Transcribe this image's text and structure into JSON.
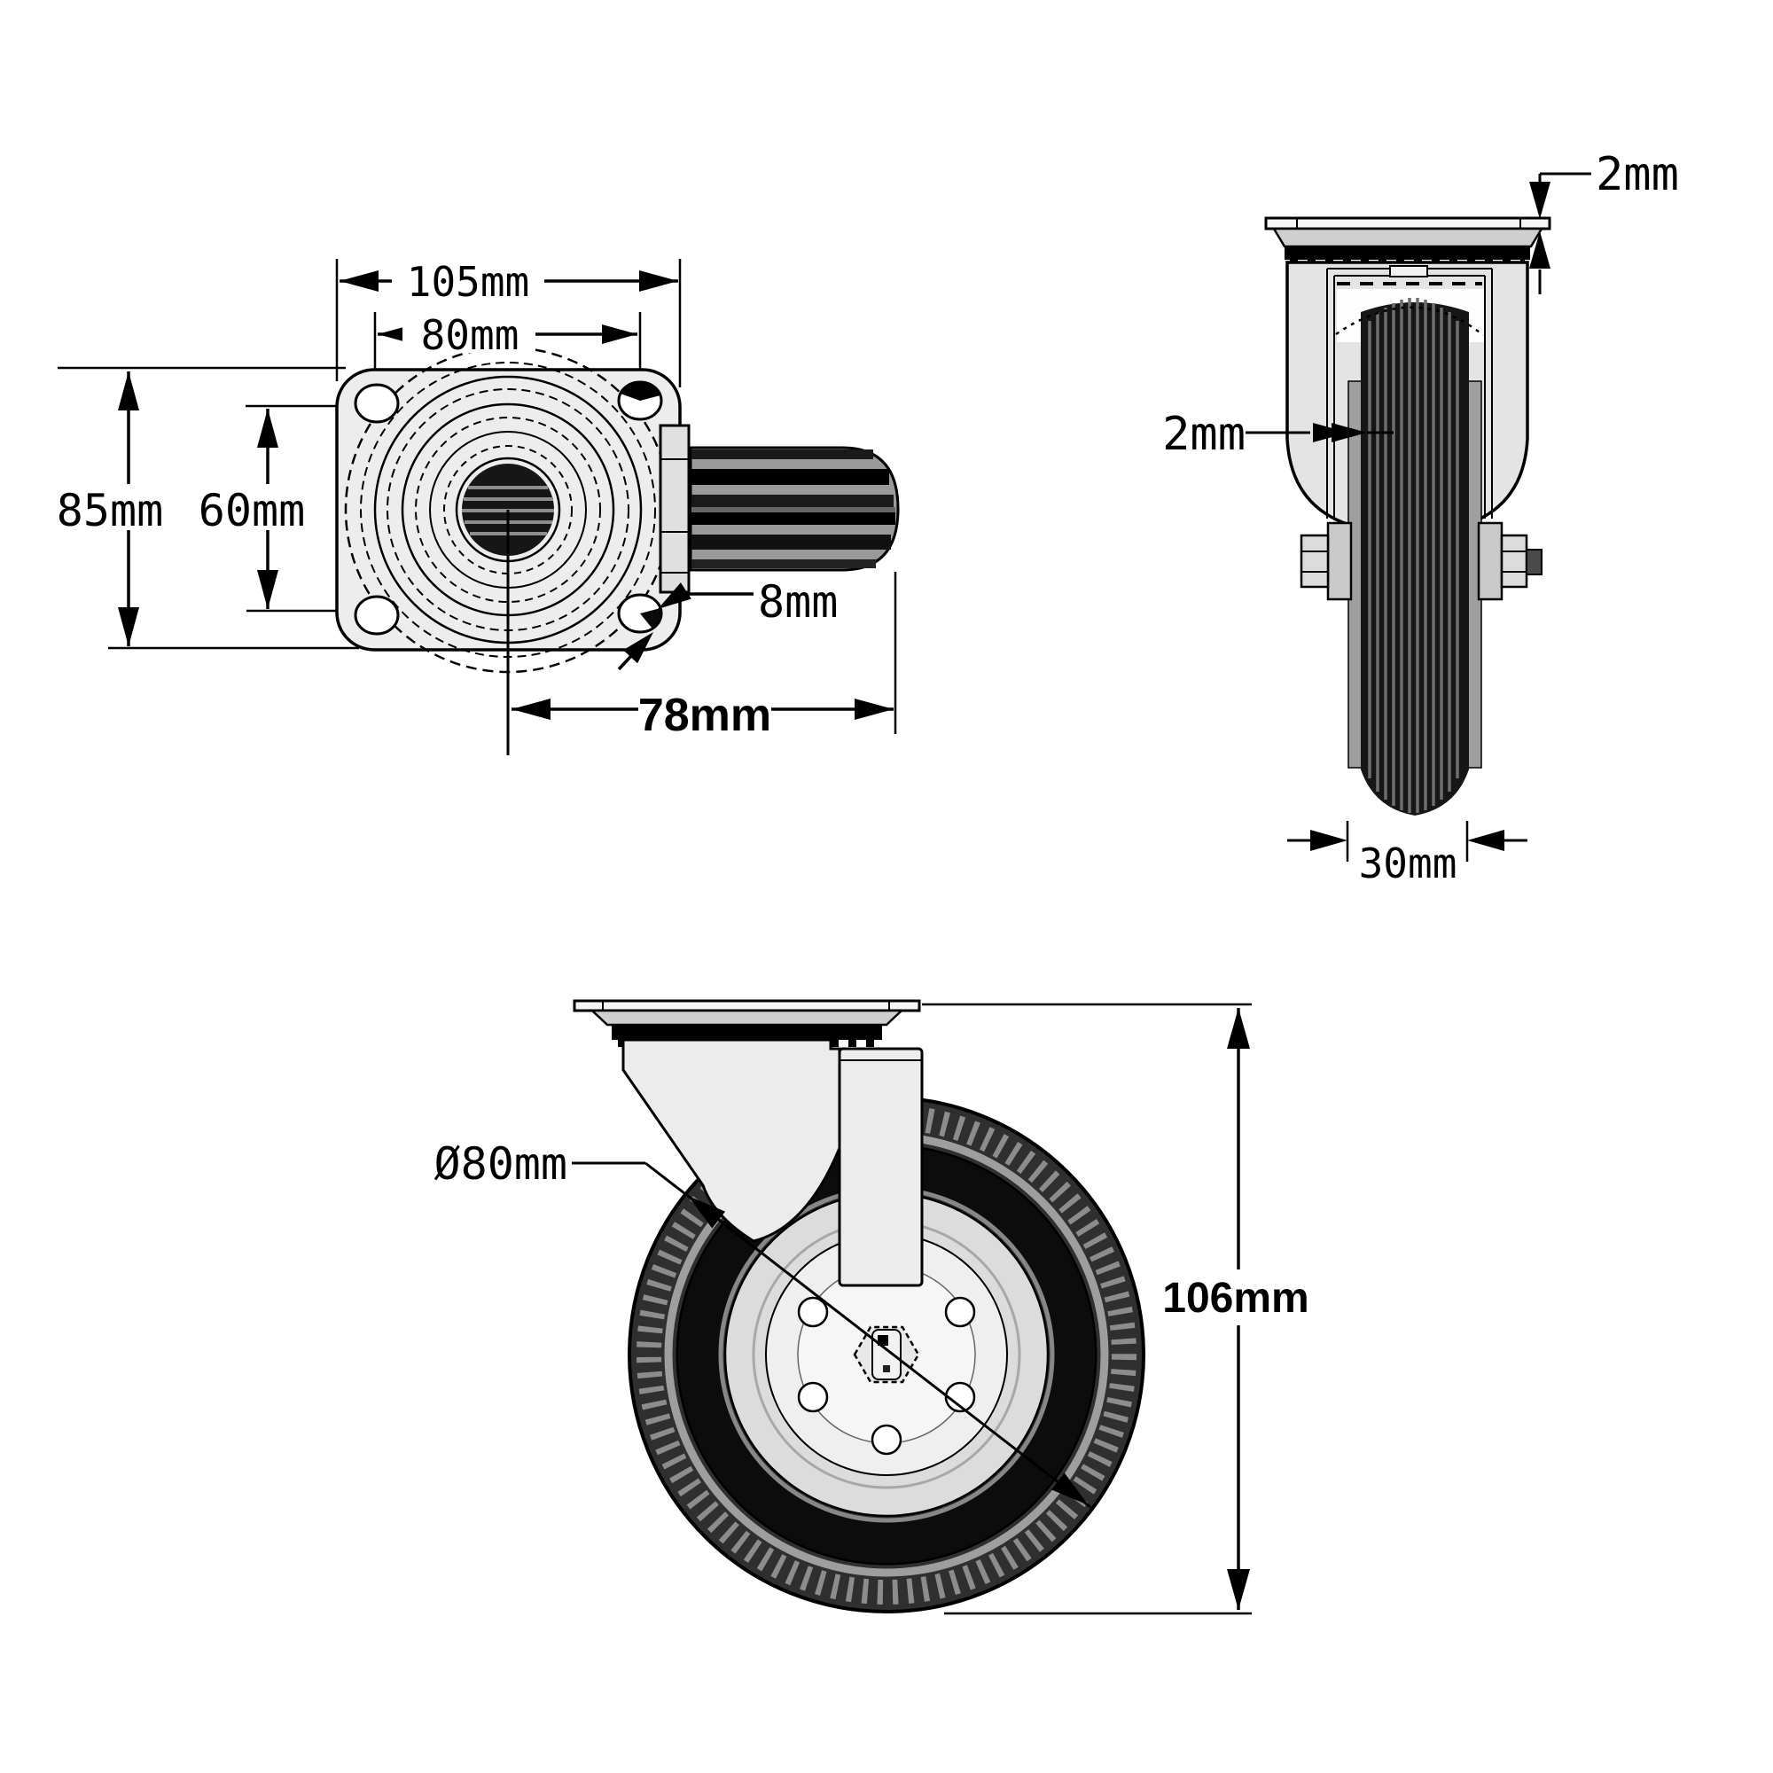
{
  "drawing_title": "Swivel caster dimension drawing",
  "colors": {
    "line": "#000000",
    "metal_light": "#ededed",
    "metal_mid": "#d0d0d0",
    "tire_black": "#1c1c1c",
    "stripe_gray": "#9a9a9a",
    "background": "#ffffff"
  },
  "labels": {
    "top_view": {
      "plate_width": "105mm",
      "bolt_spacing_width": "80mm",
      "plate_height": "85mm",
      "bolt_spacing_height": "60mm",
      "bolt_hole_diameter": "8mm",
      "swivel_offset": "78mm"
    },
    "front_view": {
      "plate_thickness": "2mm",
      "tread_thickness": "2mm",
      "wheel_width": "30mm"
    },
    "side_view": {
      "wheel_diameter": "Ø80mm",
      "overall_height": "106mm"
    }
  }
}
